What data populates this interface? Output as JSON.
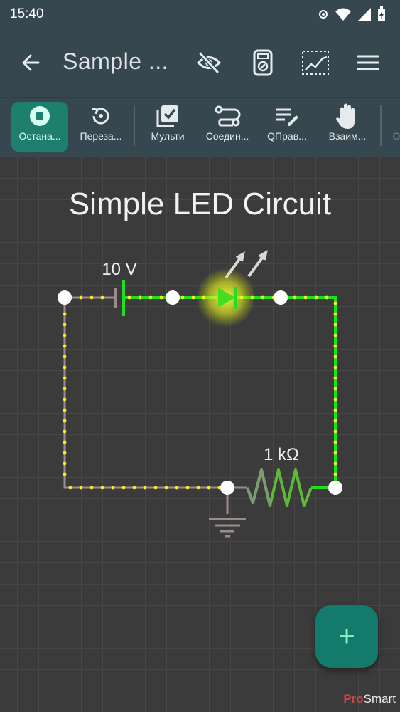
{
  "status": {
    "time": "15:40"
  },
  "appbar": {
    "title": "Sample ...",
    "icons": [
      "back-arrow-icon",
      "visibility-off-icon",
      "multimeter-icon",
      "graph-icon",
      "menu-icon"
    ]
  },
  "toolbar": {
    "items": [
      {
        "label": "Остана...",
        "icon": "stop-icon",
        "active": true
      },
      {
        "label": "Переза...",
        "icon": "restart-icon"
      },
      {
        "label": "Мульти",
        "icon": "multi-select-icon"
      },
      {
        "label": "Соедин...",
        "icon": "connect-icon"
      },
      {
        "label": "QПрав...",
        "icon": "quick-edit-icon"
      },
      {
        "label": "Взаим...",
        "icon": "hand-icon"
      },
      {
        "label": "О",
        "icon": ""
      }
    ]
  },
  "circuit": {
    "title": "Simple LED Circuit",
    "battery_label": "10 V",
    "resistor_label": "1 kΩ",
    "colors": {
      "active_wire": "#22dd22",
      "inactive_wire": "#9c8b8b",
      "current_dot": "#ffee22",
      "node": "#ffffff",
      "led_glow": "#f3ff3a"
    }
  },
  "fab": {
    "label": "+"
  },
  "watermark": {
    "brand_a": "Pro",
    "brand_b": "Smart"
  }
}
